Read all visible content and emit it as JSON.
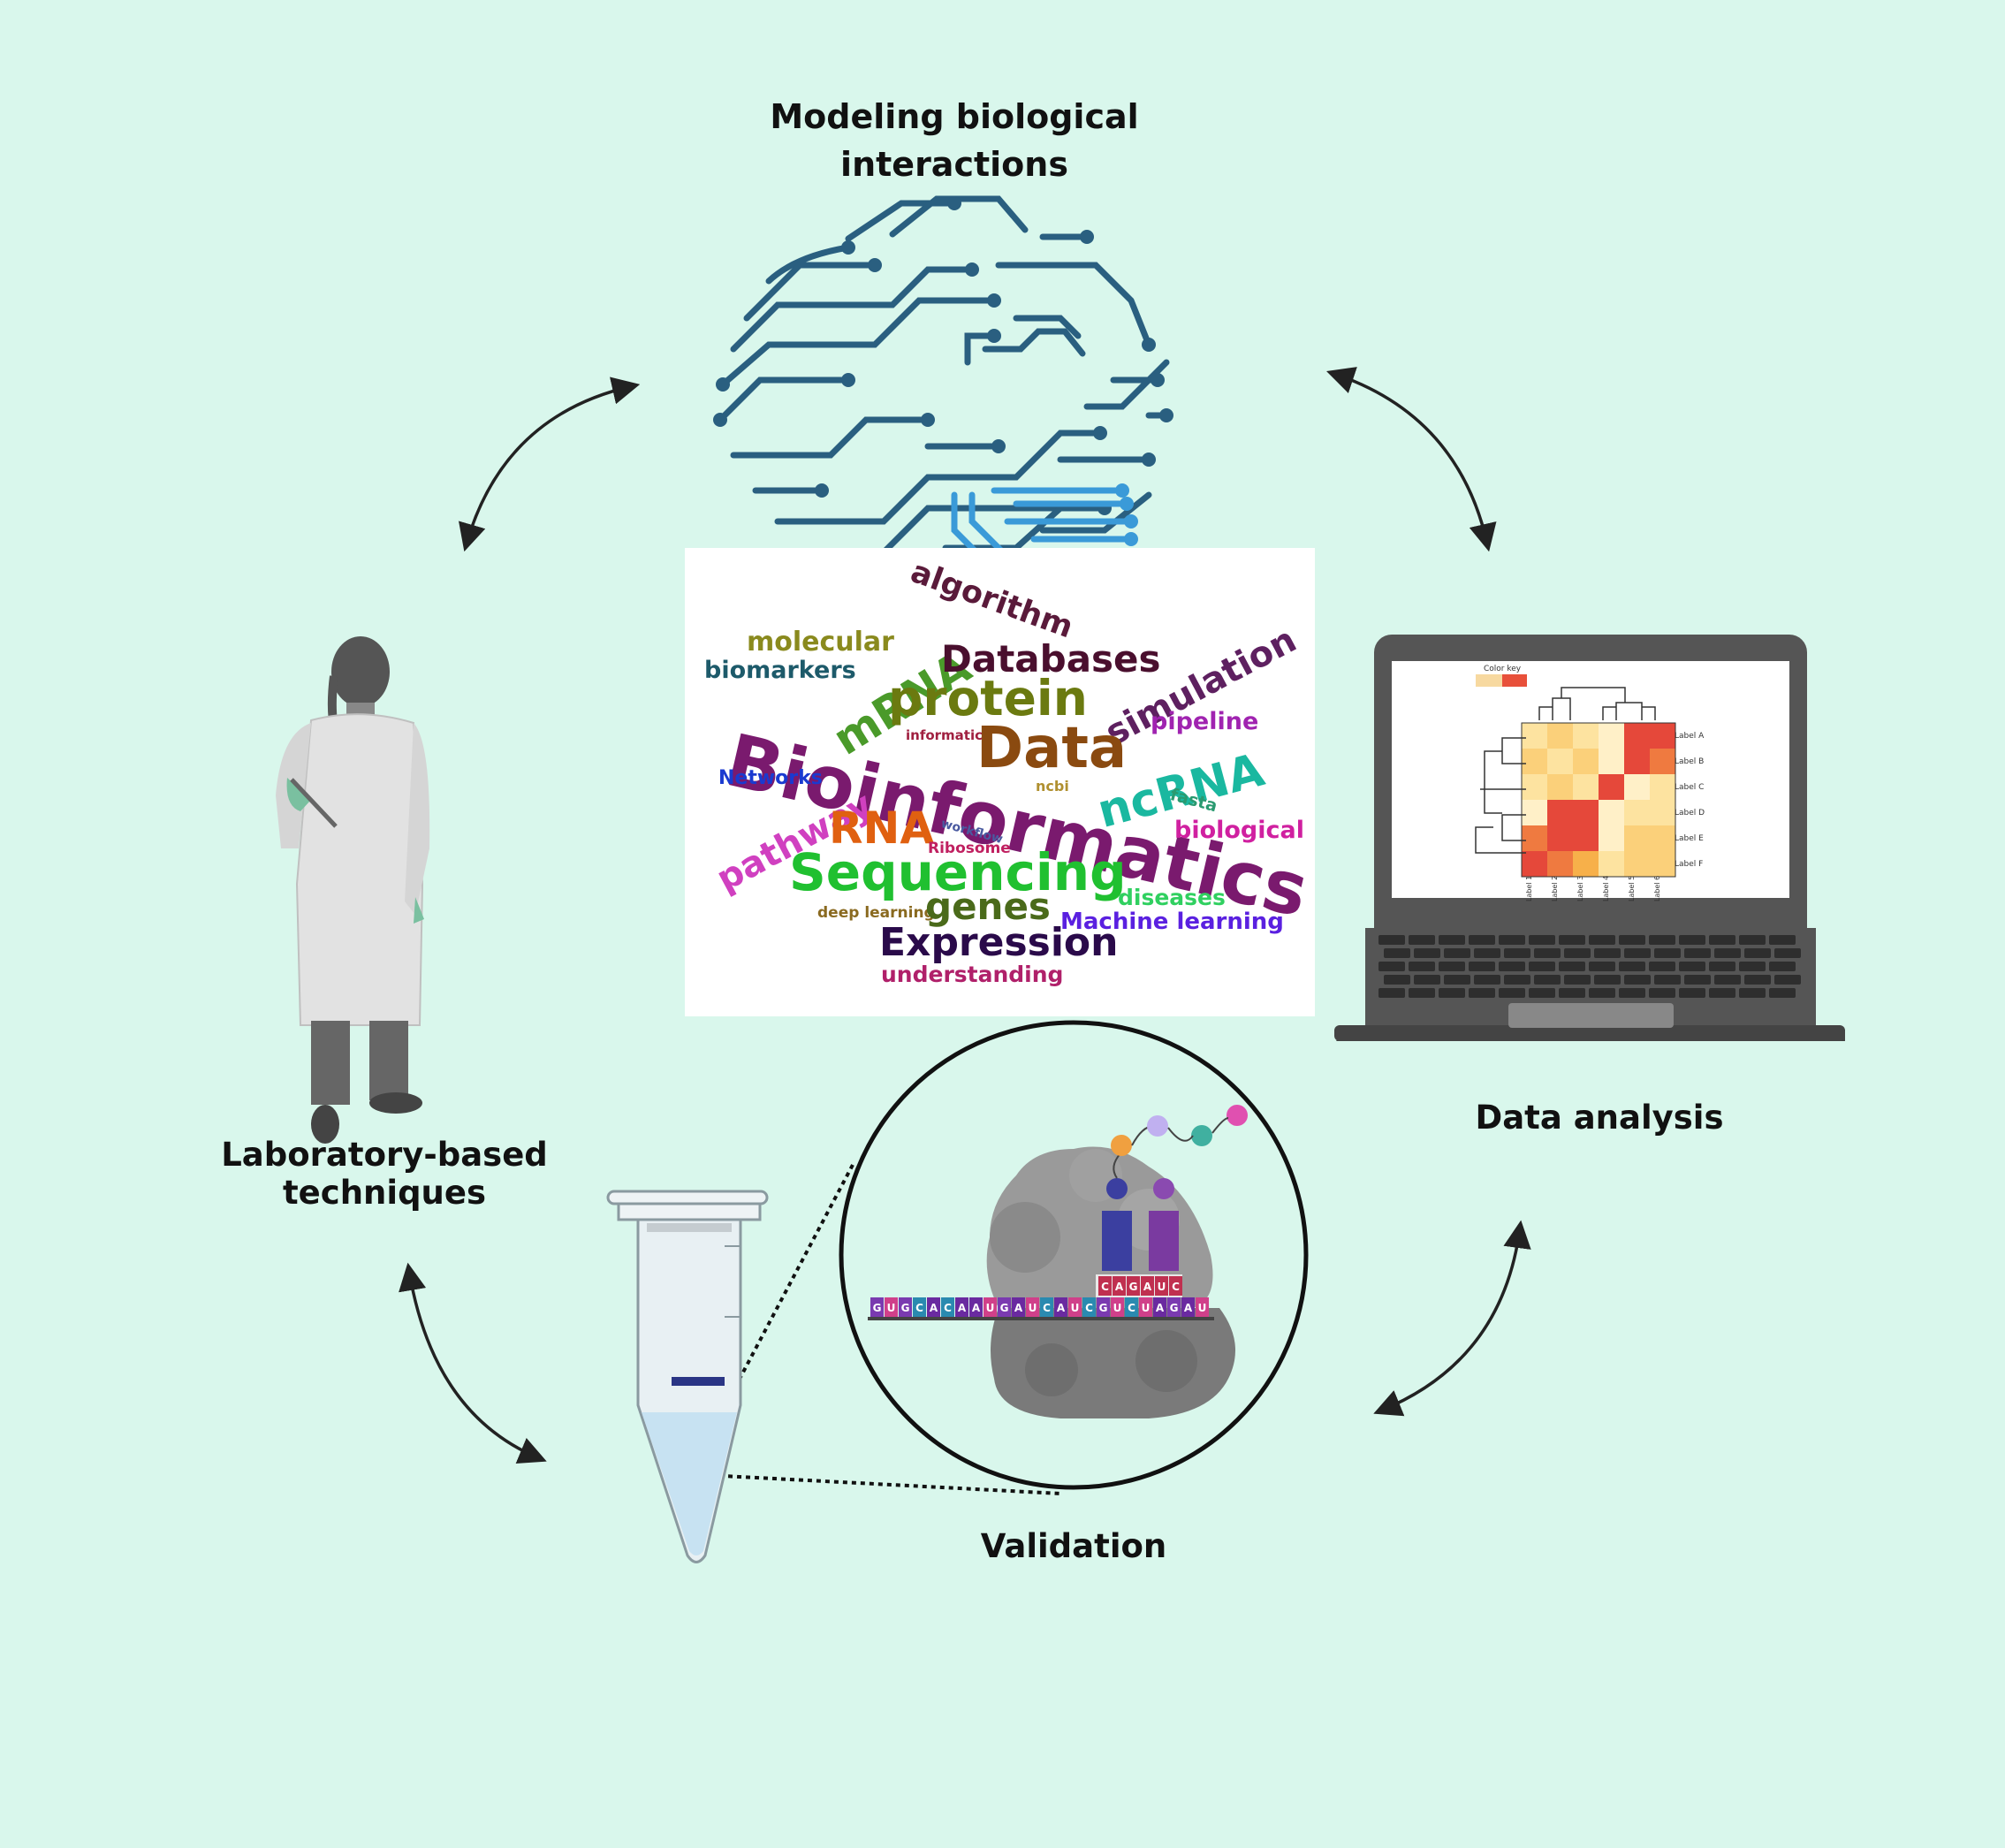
{
  "labels": {
    "modeling_line1": "Modeling biological",
    "modeling_line2": "interactions",
    "lab": "Laboratory-based techniques",
    "data_analysis": "Data analysis",
    "validation": "Validation"
  },
  "word_cloud": {
    "words": [
      {
        "text": "algorithm",
        "color": "#5a1a3a"
      },
      {
        "text": "molecular",
        "color": "#8a8a1e"
      },
      {
        "text": "mRNA",
        "color": "#4a9a2a"
      },
      {
        "text": "Databases",
        "color": "#4a0f2e"
      },
      {
        "text": "simulation",
        "color": "#5e2060"
      },
      {
        "text": "biomarkers",
        "color": "#1d5a6a"
      },
      {
        "text": "protein",
        "color": "#6b7a10"
      },
      {
        "text": "pipeline",
        "color": "#a023b0"
      },
      {
        "text": "Bioinformatics",
        "color": "#7a1a6e"
      },
      {
        "text": "Data",
        "color": "#8a4a10"
      },
      {
        "text": "informatic",
        "color": "#a02040"
      },
      {
        "text": "ncRNA",
        "color": "#1ab8a0"
      },
      {
        "text": "Networks",
        "color": "#1a3ad0"
      },
      {
        "text": "ncbi",
        "color": "#b09030"
      },
      {
        "text": "fasta",
        "color": "#2a9a70"
      },
      {
        "text": "pathway",
        "color": "#d040c0"
      },
      {
        "text": "RNA",
        "color": "#e06010"
      },
      {
        "text": "workflow",
        "color": "#4a5aa0"
      },
      {
        "text": "biological",
        "color": "#d020a0"
      },
      {
        "text": "Ribosome",
        "color": "#c02060"
      },
      {
        "text": "Sequencing",
        "color": "#20c030"
      },
      {
        "text": "diseases",
        "color": "#30d060"
      },
      {
        "text": "deep learning",
        "color": "#8a6a20"
      },
      {
        "text": "genes",
        "color": "#4a6a1a"
      },
      {
        "text": "Machine learning",
        "color": "#5a20e0"
      },
      {
        "text": "Expression",
        "color": "#2a0a4a"
      },
      {
        "text": "understanding",
        "color": "#b0206a"
      }
    ]
  },
  "laptop": {
    "color_key": "Color key",
    "row_labels": [
      "Label A",
      "Label B",
      "Label C",
      "Label D",
      "Label E",
      "Label F"
    ],
    "col_labels": [
      "Label 1",
      "Label 2",
      "Label 3",
      "Label 4",
      "Label 5",
      "Label 6"
    ]
  },
  "sequence": {
    "mrna": "GUGCACAAUGAUCAUCGUCUAGAU",
    "anticodons": "CAGAUC"
  }
}
